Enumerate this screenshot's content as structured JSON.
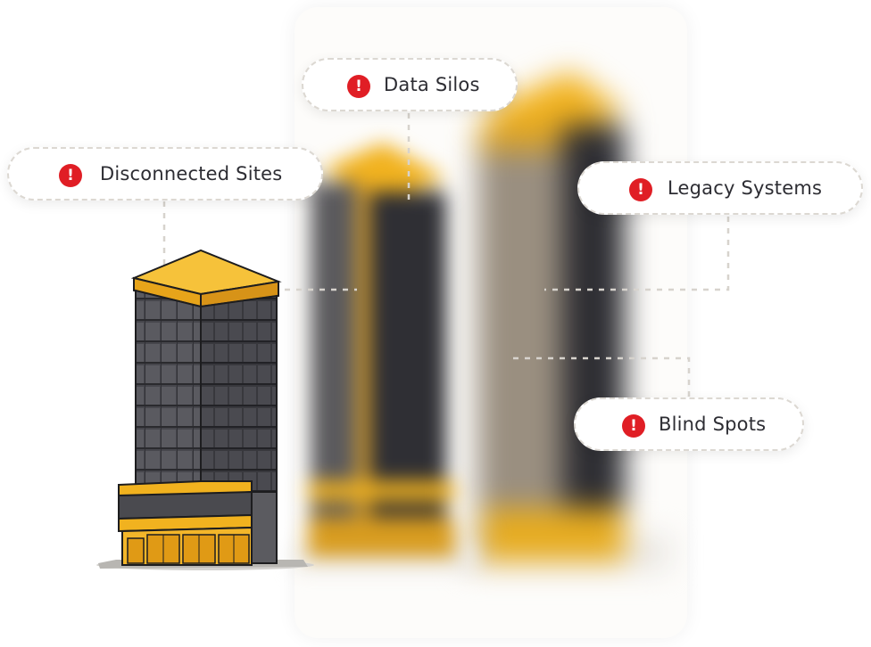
{
  "callouts": [
    {
      "label": "Disconnected Sites",
      "icon": "alert-icon"
    },
    {
      "label": "Data Silos",
      "icon": "alert-icon"
    },
    {
      "label": "Legacy Systems",
      "icon": "alert-icon"
    },
    {
      "label": "Blind Spots",
      "icon": "alert-icon"
    }
  ],
  "colors": {
    "alert": "#e01e25",
    "building_accent": "#f1b21f",
    "building_dark": "#3a3a3f",
    "connector": "#d7d3cd"
  }
}
